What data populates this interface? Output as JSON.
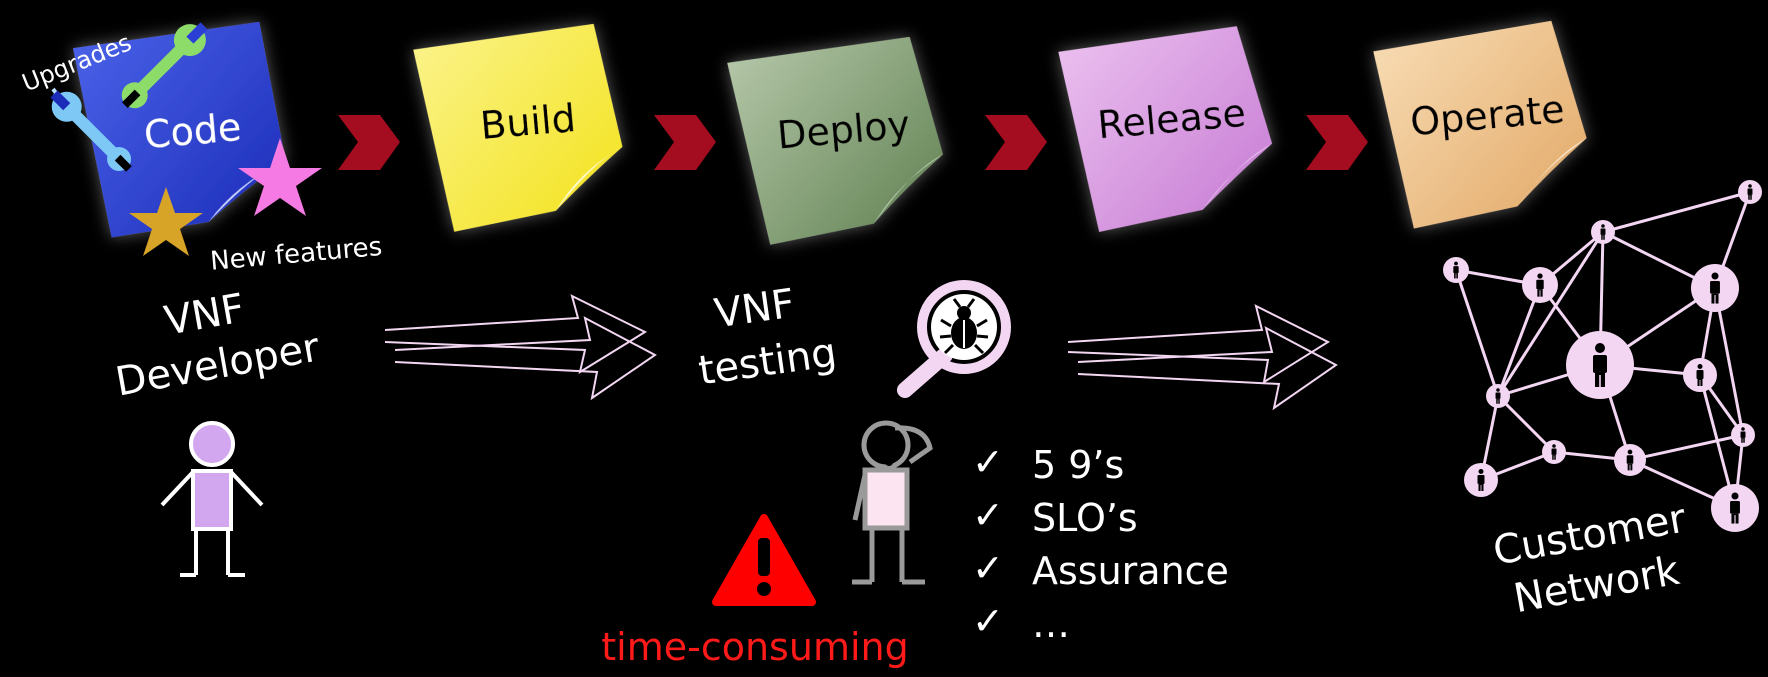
{
  "pipeline": {
    "stages": [
      {
        "label": "Code",
        "color": "#2b3fd6"
      },
      {
        "label": "Build",
        "color": "#f6ea3c"
      },
      {
        "label": "Deploy",
        "color": "#7f9b6f"
      },
      {
        "label": "Release",
        "color": "#d89be0"
      },
      {
        "label": "Operate",
        "color": "#f1c78f"
      }
    ],
    "arrow_color": "#a30d1f"
  },
  "code_annotations": {
    "upgrades": "Upgrades",
    "new_features": "New features"
  },
  "developer": {
    "line1": "VNF",
    "line2": "Developer",
    "icon": "person-icon",
    "color": "#d3a6f0"
  },
  "testing": {
    "line1": "VNF",
    "line2": "testing",
    "icon": "bug-magnifier-icon"
  },
  "checklist": {
    "items": [
      "5 9’s",
      "SLO’s",
      "Assurance",
      "…"
    ],
    "check_glyph": "✓"
  },
  "warning": {
    "label": "time-consuming",
    "icon": "warning-icon",
    "color": "#ff0000"
  },
  "customer": {
    "line1": "Customer",
    "line2": "Network",
    "icon": "network-graph-icon",
    "color": "#f2d6f2"
  }
}
